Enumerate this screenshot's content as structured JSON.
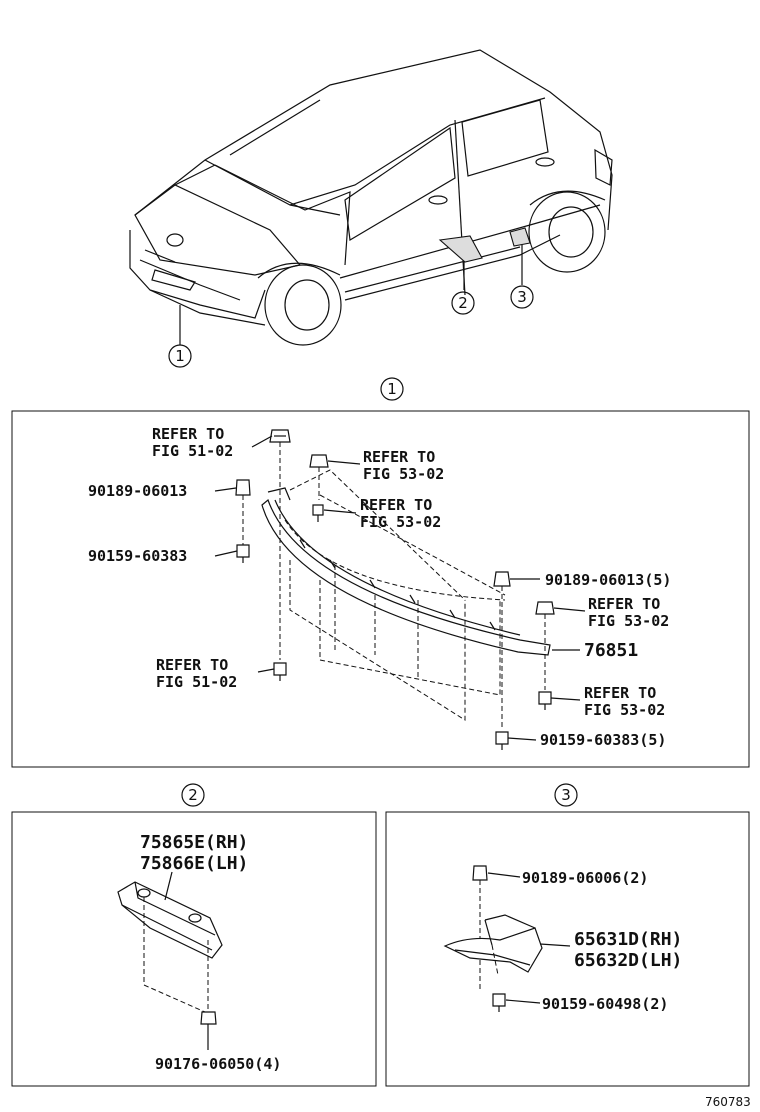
{
  "overview": {
    "callouts": [
      "①",
      "②",
      "③"
    ]
  },
  "panel1": {
    "title": "①",
    "labels": {
      "refer_51_top_1": "REFER TO",
      "refer_51_top_2": "FIG 51-02",
      "refer_53_a_1": "REFER TO",
      "refer_53_a_2": "FIG 53-02",
      "part_90189_left": "90189-06013",
      "refer_53_b_1": "REFER TO",
      "refer_53_b_2": "FIG 53-02",
      "part_90159_left": "90159-60383",
      "part_90189_right": "90189-06013(5)",
      "refer_53_c_1": "REFER TO",
      "refer_53_c_2": "FIG 53-02",
      "part_76851": "76851",
      "refer_51_bot_1": "REFER TO",
      "refer_51_bot_2": "FIG 51-02",
      "refer_53_d_1": "REFER TO",
      "refer_53_d_2": "FIG 53-02",
      "part_90159_right": "90159-60383(5)"
    }
  },
  "panel2": {
    "title": "②",
    "labels": {
      "rh": "75865E(RH)",
      "lh": "75866E(LH)",
      "clip": "90176-06050(4)"
    }
  },
  "panel3": {
    "title": "③",
    "labels": {
      "clip_top": "90189-06006(2)",
      "rh": "65631D(RH)",
      "lh": "65632D(LH)",
      "clip_bot": "90159-60498(2)"
    }
  },
  "footer": {
    "code": "760783"
  }
}
